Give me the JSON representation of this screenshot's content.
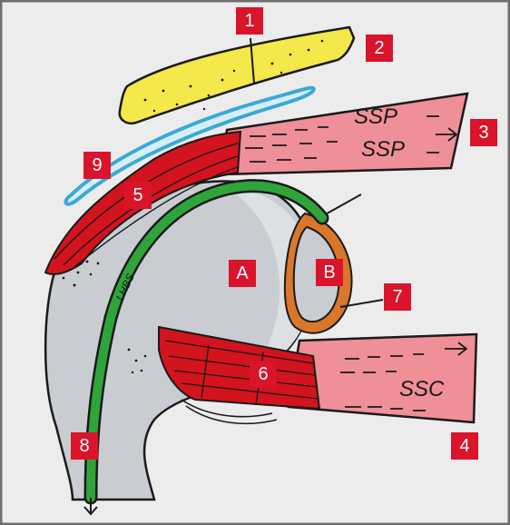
{
  "labels": {
    "n1": "1",
    "n2": "2",
    "n3": "3",
    "n4": "4",
    "n5": "5",
    "n6": "6",
    "n7": "7",
    "n8": "8",
    "n9": "9",
    "a": "A",
    "b": "B"
  },
  "tendon_text": {
    "ssp_upper": "SSP",
    "ssp_lower": "SSP",
    "ssc": "SSC",
    "lhb": "LHBS"
  },
  "colors": {
    "label_bg": "#d9142b",
    "acromion": "#f4e84a",
    "bursa": "#3aa9d6",
    "tendon": "#ef8f98",
    "muscle": "#d3131e",
    "biceps": "#2fa43a",
    "labrum": "#d9772a",
    "bone": "#c9cdd2"
  }
}
